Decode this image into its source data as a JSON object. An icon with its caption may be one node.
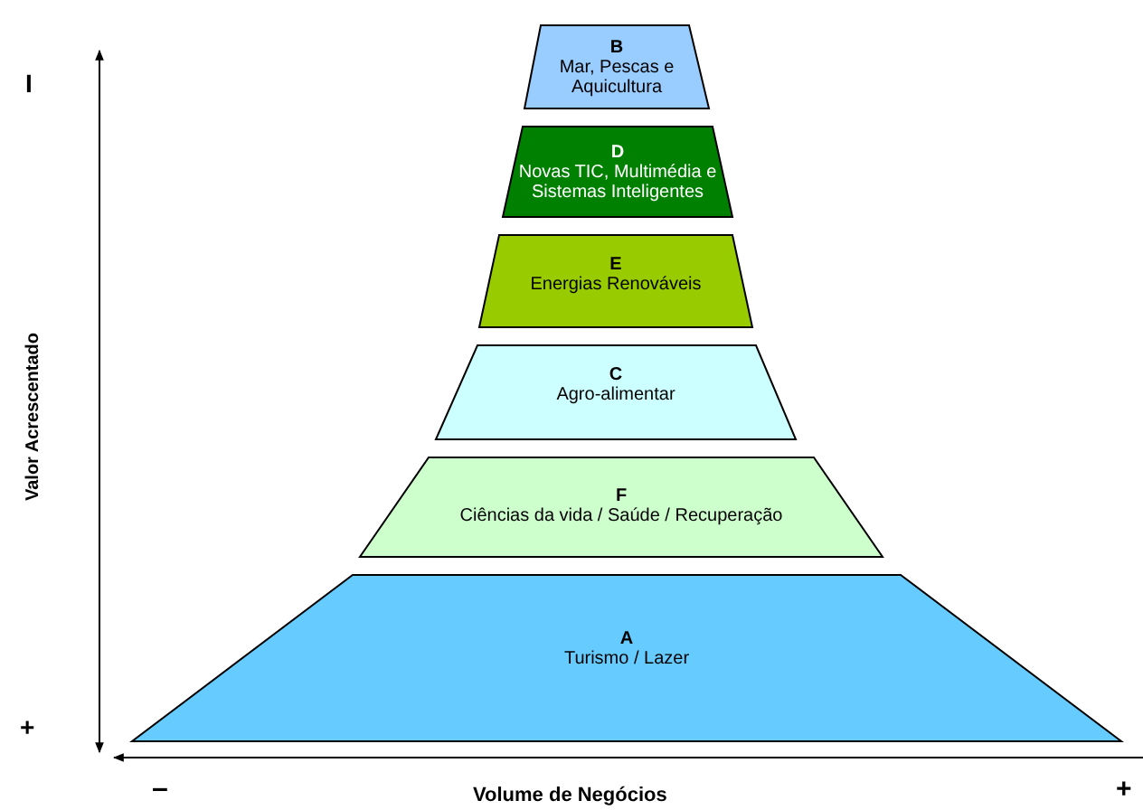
{
  "diagram": {
    "nodes": [
      {
        "text": [
          "B",
          "Mar, Pescas e Aquicultura"
        ]
      },
      {
        "text": [
          "D",
          "Novas TIC, Multimédia e Sistemas Inteligentes"
        ]
      },
      {
        "text": [
          "E",
          "Energias Renováveis"
        ]
      },
      {
        "text": [
          "C",
          "Agro-alimentar"
        ]
      },
      {
        "text": [
          "F",
          "Ciências da vida / Saúde / Recuperação"
        ]
      },
      {
        "text": [
          "A",
          "Turismo / Lazer"
        ]
      }
    ],
    "labels": [
      "I",
      "Valor Acrescentado",
      "+",
      "–",
      "Volume de Negócios",
      "+"
    ]
  }
}
